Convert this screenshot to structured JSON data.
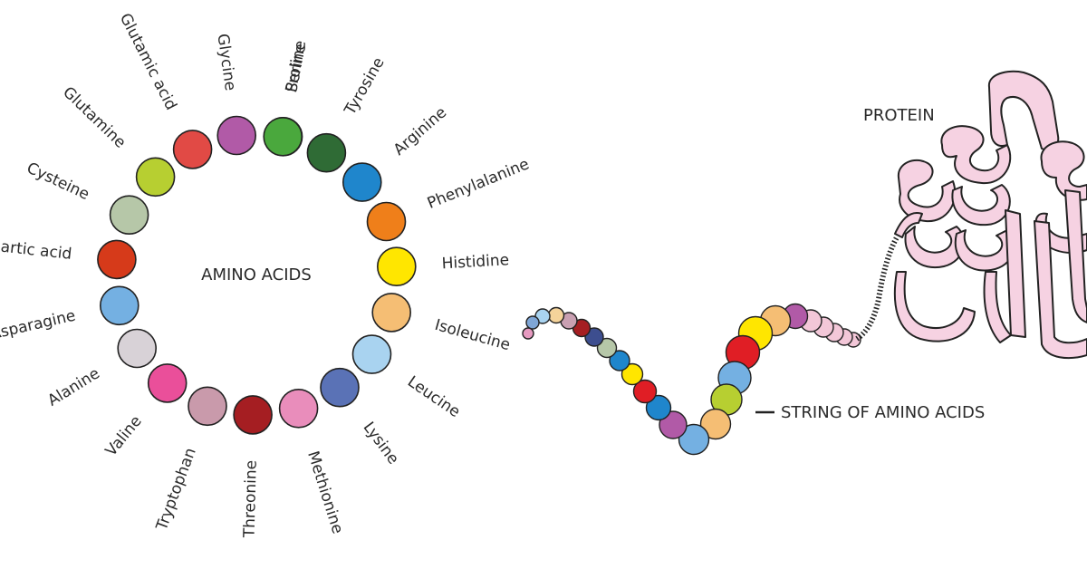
{
  "ring": {
    "title": "AMINO ACIDS",
    "acids": [
      {
        "name": "Serine",
        "color": "#ef7f1a"
      },
      {
        "name": "Tyrosine",
        "color": "#2f6b35"
      },
      {
        "name": "Arginine",
        "color": "#1f86cc"
      },
      {
        "name": "Phenylalanine",
        "color": "#ef7f1a"
      },
      {
        "name": "Histidine",
        "color": "#ffe600"
      },
      {
        "name": "Isoleucine",
        "color": "#f5be74"
      },
      {
        "name": "Leucine",
        "color": "#a9d3f0"
      },
      {
        "name": "Lysine",
        "color": "#5a72b6"
      },
      {
        "name": "Methionine",
        "color": "#e98dbb"
      },
      {
        "name": "Threonine",
        "color": "#a51e22"
      },
      {
        "name": "Tryptophan",
        "color": "#c99aab"
      },
      {
        "name": "Valine",
        "color": "#ea4f9a"
      },
      {
        "name": "Alanine",
        "color": "#d8d2d7"
      },
      {
        "name": "Asparagine",
        "color": "#74b0e2"
      },
      {
        "name": "Aspartic acid",
        "color": "#d63a1a"
      },
      {
        "name": "Cysteine",
        "color": "#b6c7a8"
      },
      {
        "name": "Glutamine",
        "color": "#b7cf31"
      },
      {
        "name": "Glutamic acid",
        "color": "#e14a45"
      },
      {
        "name": "Glycine",
        "color": "#b15aa7"
      },
      {
        "name": "Proline",
        "color": "#4aa83d"
      }
    ]
  },
  "chain": {
    "label": "STRING OF AMINO ACIDS",
    "colors": [
      "#e69ac0",
      "#7fa6d6",
      "#a9d3f0",
      "#f5d39a",
      "#c9a0b2",
      "#a51e22",
      "#3d4e8f",
      "#b6c7a8",
      "#1f86cc",
      "#ffe600",
      "#e01e25",
      "#1f86cc",
      "#b15aa7",
      "#74b0e2",
      "#f5be74",
      "#b7cf31",
      "#74b0e2",
      "#e01e25",
      "#ffe600",
      "#f5be74",
      "#b15aa7",
      "#f3c7d8",
      "#f3c7d8",
      "#f3c7d8",
      "#f3c7d8",
      "#f3c7d8"
    ]
  },
  "protein": {
    "label": "PROTEIN",
    "color": "#f6d2e2"
  }
}
